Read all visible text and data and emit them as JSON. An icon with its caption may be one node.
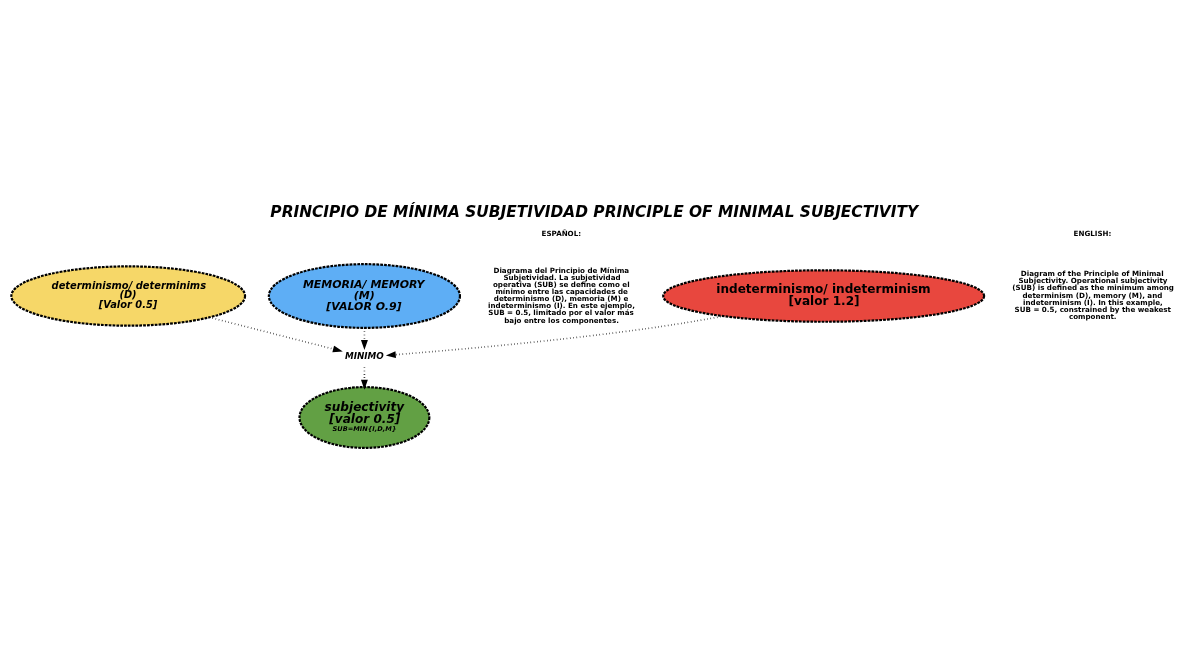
{
  "diagram": {
    "title": "PRINCIPIO DE MÍNIMA SUBJETIVIDAD PRINCIPLE OF MINIMAL SUBJECTIVITY",
    "nodes": [
      {
        "text": [
          "indeterminismo/ indeterminism",
          "[valor 1.2]"
        ]
      },
      {
        "text": [
          "subjectivity",
          "[valor 0.5]",
          "SUB=MIN{I,D,M}"
        ]
      },
      {
        "text": [
          "determinismo/ determinims",
          "(D)",
          "[Valor 0.5]"
        ]
      },
      {
        "text": [
          "MEMORIA/ MEMORY",
          "(M)",
          "[VALOR O.9]"
        ]
      },
      {
        "text": [
          "MINIMO"
        ]
      }
    ],
    "edges": [
      {
        "from": 2,
        "to": 4,
        "arrow": "to",
        "style": "dashed"
      },
      {
        "from": 0,
        "to": 4,
        "arrow": "to",
        "style": "dashed"
      },
      {
        "from": 3,
        "to": 4,
        "arrow": "to",
        "style": "dashed"
      },
      {
        "from": 4,
        "to": 1,
        "arrow": "to",
        "style": "dashed"
      }
    ],
    "labels": [
      "ESPAÑOL:",
      "Diagrama del Principio de Mínima Subjetividad. La subjetividad operativa (SUB) se define como el mínimo entre las capacidades de determinismo (D), memoria (M) e indeterminismo (I). En este ejemplo, SUB = 0.5, limitado por el valor más bajo entre los componentes.",
      "ENGLISH:",
      "Diagram of the Principle of Minimal Subjectivity. Operational subjectivity (SUB) is defined as the minimum among determinism (D), memory (M), and indeterminism (I). In this example, SUB = 0.5, constrained by the weakest component."
    ]
  }
}
